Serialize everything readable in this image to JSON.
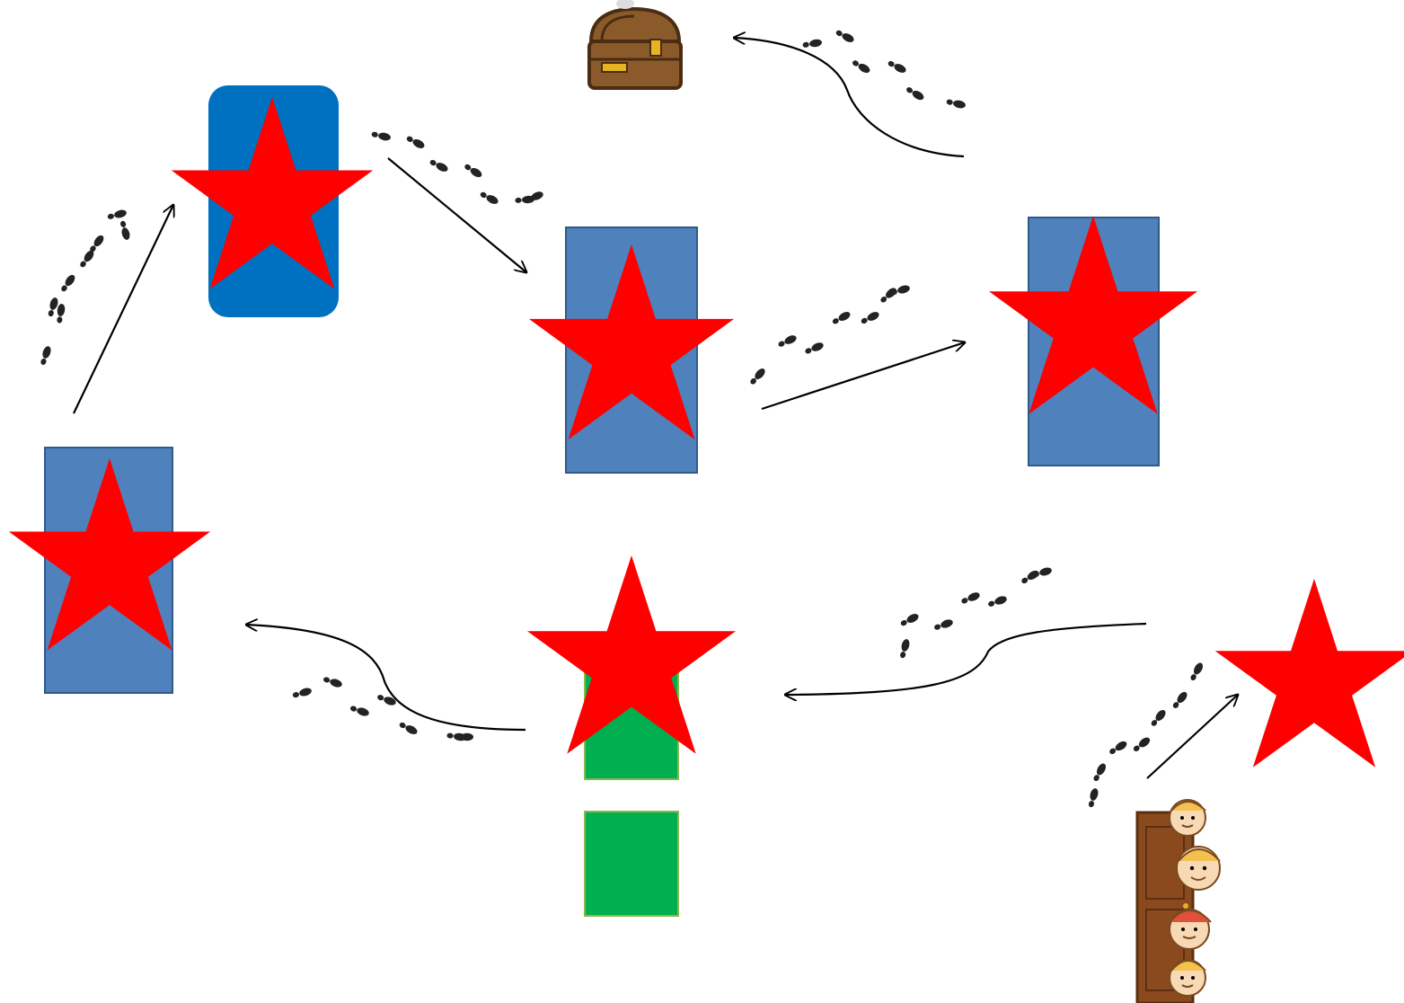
{
  "scene": {
    "background": "#ffffff",
    "colors": {
      "star": "#ff0000",
      "card": "#4f81bd",
      "card_border": "#2f5a8a",
      "card_rounded": "#0070c0",
      "start_box": "#00b050",
      "start_box_border": "#8ab84a",
      "arrow": "#000000",
      "footprint": "#111111",
      "chest_wood": "#8b5a2b",
      "chest_dark": "#4a2c12",
      "chest_gold": "#e6b422",
      "door": "#8b4a1e",
      "door_dark": "#5a2e10",
      "skin": "#f7d9b5",
      "hair": "#f2c14e"
    },
    "stations": [
      {
        "name": "station-rounded-blue-card",
        "card": "rounded-blue",
        "star": true
      },
      {
        "name": "station-middle-card",
        "card": "blue",
        "star": true
      },
      {
        "name": "station-right-card",
        "card": "blue",
        "star": true
      },
      {
        "name": "station-left-card",
        "card": "blue",
        "star": true
      },
      {
        "name": "station-center-green-cards",
        "card": "green-stack",
        "star": true
      },
      {
        "name": "station-door-star",
        "card": "none",
        "star": true
      }
    ],
    "icons": [
      "treasure-chest-icon",
      "door-with-children-icon",
      "footprints-icon",
      "arrow-icon"
    ],
    "path_order": [
      "door-with-children-icon",
      "station-door-star",
      "station-center-green-cards",
      "station-left-card",
      "station-rounded-blue-card",
      "station-middle-card",
      "station-right-card",
      "treasure-chest-icon"
    ]
  }
}
